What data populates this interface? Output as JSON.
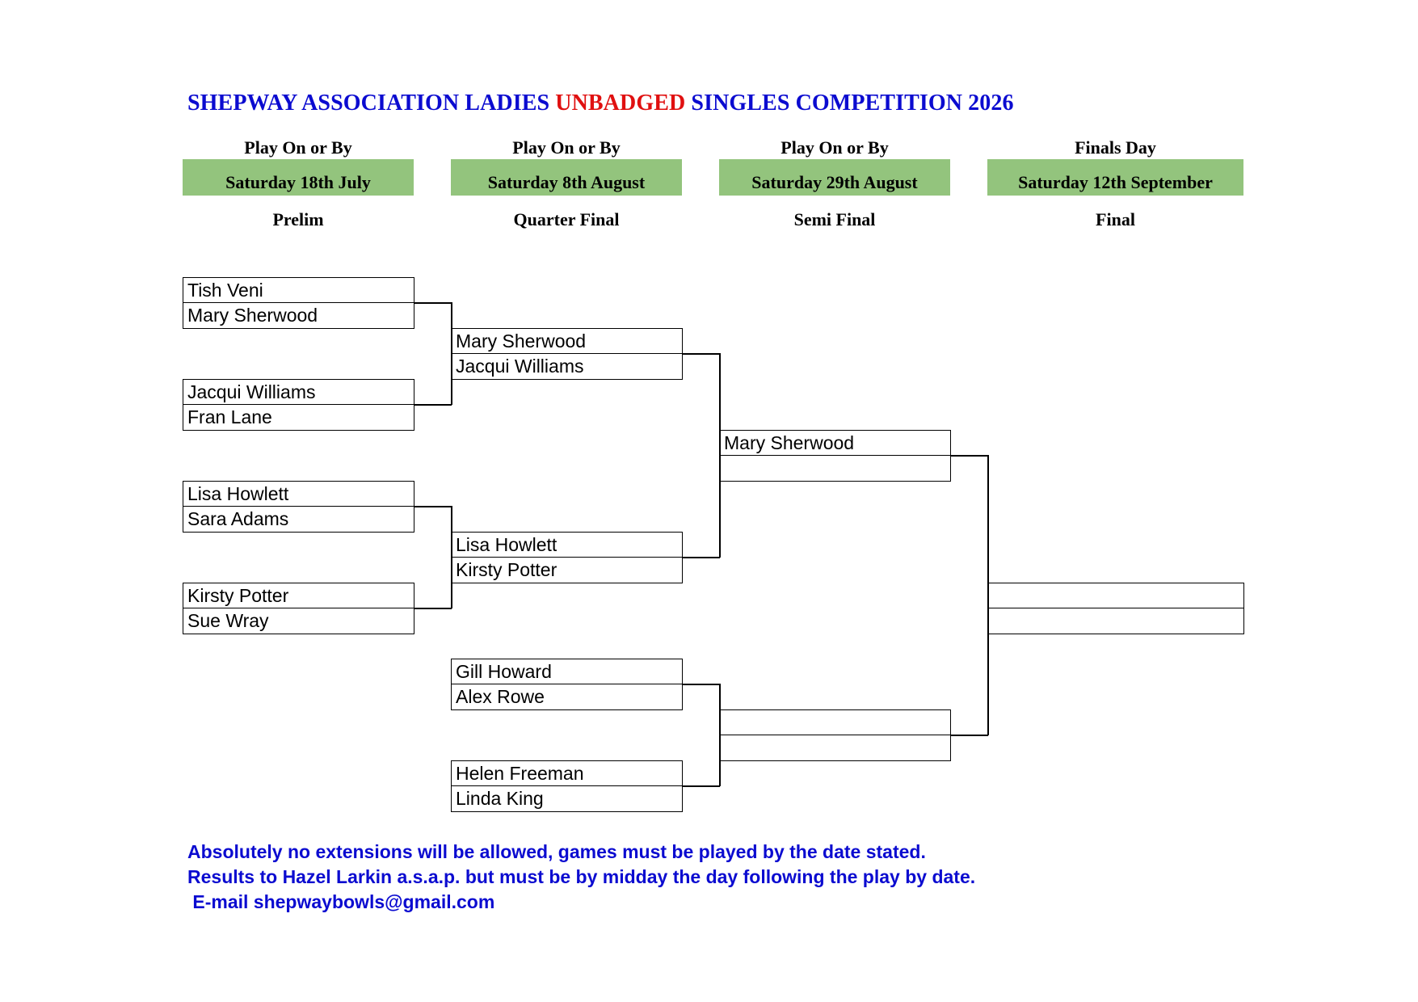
{
  "title": {
    "prefix": "SHEPWAY ASSOCIATION LADIES ",
    "highlight": "UNBADGED",
    "suffix": " SINGLES COMPETITION 2026"
  },
  "colors": {
    "title": "#0b0bd0",
    "highlight": "#e01010",
    "date_fill": "#93c47d"
  },
  "rounds": [
    {
      "top": "Play On or By",
      "date": "Saturday 18th July",
      "name": "Prelim"
    },
    {
      "top": "Play On or By",
      "date": "Saturday 8th August",
      "name": "Quarter Final"
    },
    {
      "top": "Play On or By",
      "date": "Saturday 29th August",
      "name": "Semi Final"
    },
    {
      "top": "Finals Day",
      "date": "Saturday 12th September",
      "name": "Final"
    }
  ],
  "prelim": [
    [
      "Tish Veni",
      "Mary Sherwood"
    ],
    [
      "Jacqui Williams",
      "Fran Lane"
    ],
    [
      "Lisa Howlett",
      "Sara Adams"
    ],
    [
      "Kirsty Potter",
      "Sue Wray"
    ]
  ],
  "quarter_final": [
    [
      "Mary Sherwood",
      "Jacqui Williams"
    ],
    [
      "Lisa Howlett",
      "Kirsty Potter"
    ],
    [
      "Gill Howard",
      "Alex Rowe"
    ],
    [
      "Helen Freeman",
      "Linda King"
    ]
  ],
  "semi_final": [
    [
      "Mary Sherwood",
      ""
    ],
    [
      "",
      ""
    ]
  ],
  "final": [
    [
      "",
      ""
    ]
  ],
  "notes": [
    "Absolutely no extensions will be allowed, games must be played by the date stated.",
    "Results to Hazel Larkin a.s.a.p. but must be by midday the day following the play by date.",
    " E-mail shepwaybowls@gmail.com"
  ]
}
